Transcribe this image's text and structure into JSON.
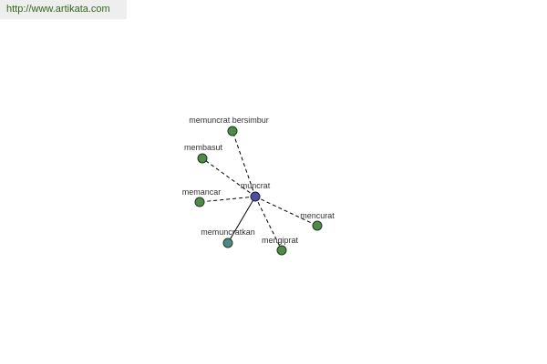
{
  "header": {
    "url": "http://www.artikata.com"
  },
  "graph": {
    "center": {
      "id": "muncrat",
      "label": "muncrat",
      "color": "#4b4f9e"
    },
    "colors": {
      "synonym_node": "#4f8a48",
      "derived_node": "#4a8a88",
      "node_stroke": "#1e3a1e",
      "edge": "#000000"
    },
    "nodes": [
      {
        "id": "memuncrat-bersimbur",
        "label": "memuncrat  bersimbur",
        "kind": "synonym",
        "edge": "dashed"
      },
      {
        "id": "membasut",
        "label": "membasut",
        "kind": "synonym",
        "edge": "dashed"
      },
      {
        "id": "memancar",
        "label": "memancar",
        "kind": "synonym",
        "edge": "dashed"
      },
      {
        "id": "mencurat",
        "label": "mencurat",
        "kind": "synonym",
        "edge": "dashed"
      },
      {
        "id": "memuncratkan",
        "label": "memuncratkan",
        "kind": "derived",
        "edge": "solid"
      },
      {
        "id": "mengiprat",
        "label": "mengiprat",
        "kind": "synonym",
        "edge": "dashed"
      }
    ]
  }
}
